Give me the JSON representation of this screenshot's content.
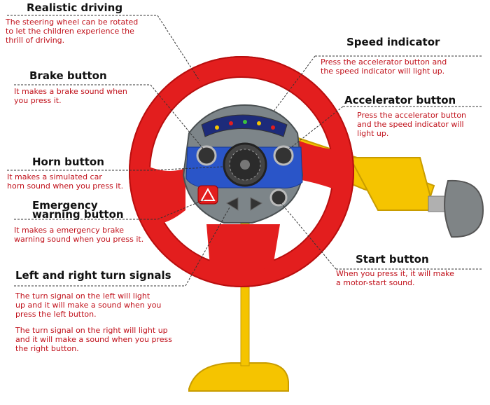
{
  "labels": {
    "realistic": {
      "title": "Realistic driving",
      "desc": "The steering wheel can be rotated\nto let the children experience the\nthrill of driving."
    },
    "speed": {
      "title": "Speed indicator",
      "desc": "Press the accelerator button and\nthe speed indicator will light up."
    },
    "brake": {
      "title": "Brake button",
      "desc": "It makes a brake sound when\nyou press it."
    },
    "accelerator": {
      "title": "Accelerator button",
      "desc": "Press the accelerator button\nand the speed indicator will\nlight up."
    },
    "horn": {
      "title": "Horn button",
      "desc": "It makes a simulated car\nhorn sound when you press it."
    },
    "emergency": {
      "title": "Emergency\nwarning button",
      "desc": "It makes a emergency brake\nwarning sound when you press it."
    },
    "start": {
      "title": "Start button",
      "desc": "When you press it, it will make\na motor-start sound."
    },
    "turn": {
      "title": "Left and right turn signals",
      "desc": "The turn signal on the left will light\nup and it will make a sound when you\npress the left button.",
      "desc2": "The turn signal on the right will light up\nand it will make a sound when you press\nthe right button."
    }
  },
  "colors": {
    "wheel": "#e31e1e",
    "hub": "#7d8589",
    "accent": "#2a55c8",
    "stand": "#f5c400",
    "text": "#c0101a"
  }
}
